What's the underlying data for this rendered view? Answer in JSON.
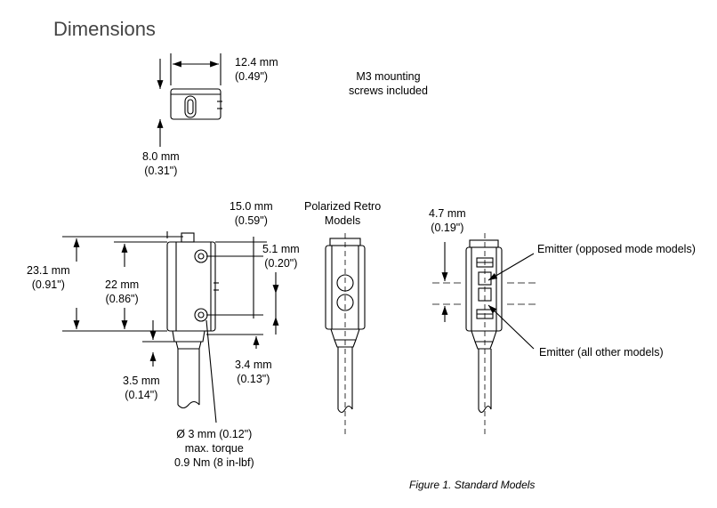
{
  "header": {
    "title": "Dimensions"
  },
  "labels": {
    "top_width_mm": "12.4 mm",
    "top_width_in": "(0.49\")",
    "mounting_line1": "M3 mounting",
    "mounting_line2": "screws included",
    "top_height_mm": "8.0 mm",
    "top_height_in": "(0.31\")",
    "width_15_mm": "15.0 mm",
    "width_15_in": "(0.59\")",
    "pol_line1": "Polarized Retro",
    "pol_line2": "Models",
    "w47_mm": "4.7 mm",
    "w47_in": "(0.19\")",
    "h231_mm": "23.1 mm",
    "h231_in": "(0.91\")",
    "h22_mm": "22 mm",
    "h22_in": "(0.86\")",
    "d51_mm": "5.1 mm",
    "d51_in": "(0.20\")",
    "d34_mm": "3.4 mm",
    "d34_in": "(0.13\")",
    "d35_mm": "3.5 mm",
    "d35_in": "(0.14\")",
    "hole_line1": "Ø 3 mm (0.12\")",
    "hole_line2": "max. torque",
    "hole_line3": "0.9 Nm (8 in-lbf)",
    "emitter_opposed": "Emitter (opposed mode models)",
    "emitter_other": "Emitter (all other models)"
  },
  "caption": "Figure 1. Standard Models"
}
